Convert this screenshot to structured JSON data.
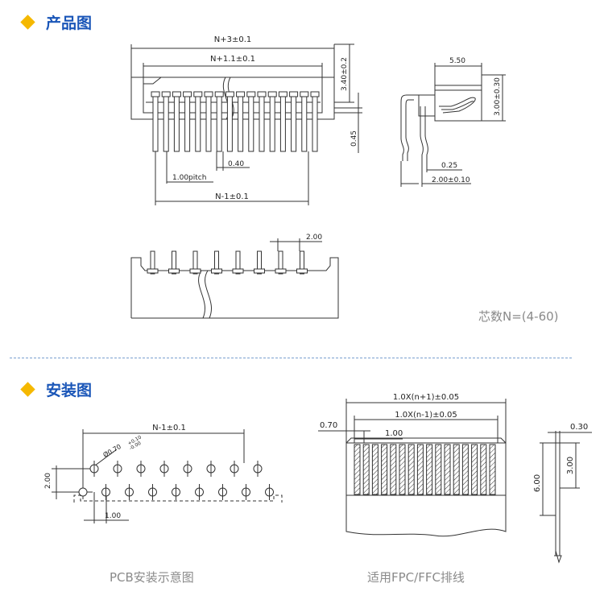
{
  "sections": {
    "product": {
      "title": "产品图"
    },
    "install": {
      "title": "安装图"
    }
  },
  "product_drawing": {
    "dim_total": "N+3±0.1",
    "dim_inner": "N+1.1±0.1",
    "dim_height": "3.40±0.2",
    "dim_045": "0.45",
    "dim_pitch": "1.00pitch",
    "dim_040": "0.40",
    "dim_pins": "N-1±0.1",
    "dim_200_top": "2.00",
    "pin_count_note": "芯数N=(4-60)"
  },
  "side_drawing": {
    "dim_width": "5.50",
    "dim_height": "3.00±0.30",
    "dim_025": "0.25",
    "dim_200": "2.00±0.10"
  },
  "pcb_drawing": {
    "dim_span": "N-1±0.1",
    "dim_hole": "Ø0.70",
    "dim_hole_tol_plus": "+0.10",
    "dim_hole_tol_minus": "-0.00",
    "dim_row": "2.00",
    "dim_pitch": "1.00",
    "caption": "PCB安装示意图"
  },
  "fpc_drawing": {
    "dim_total": "1.0X(n+1)±0.05",
    "dim_inner": "1.0X(n-1)±0.05",
    "dim_070": "0.70",
    "dim_100": "1.00",
    "dim_030": "0.30",
    "dim_300": "3.00",
    "dim_600": "6.00",
    "caption": "适用FPC/FFC排线"
  },
  "colors": {
    "accent": "#1a56b8",
    "diamond": "#f5b800",
    "line": "#333333",
    "caption": "#8a8a8a"
  }
}
